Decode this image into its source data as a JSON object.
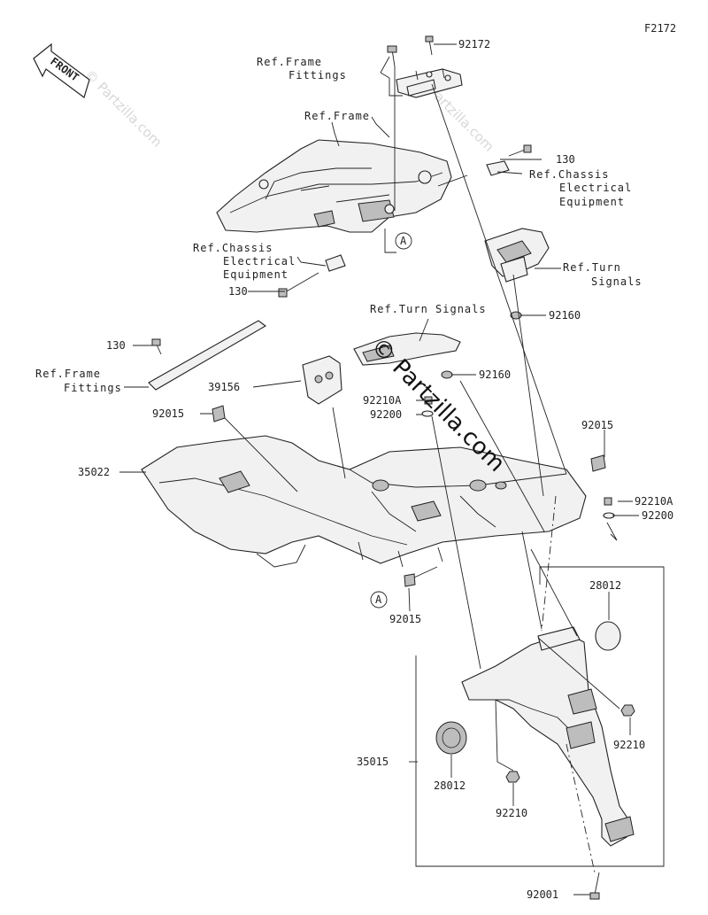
{
  "diagram_code": "F2172",
  "front_label": "FRONT",
  "callout_marker": "A",
  "watermarks": [
    "© Partzilla.com",
    "© Partzilla.com"
  ],
  "labels": {
    "p92172": "92172",
    "p130_top": "130",
    "p130_left": "130",
    "p130_upper": "130",
    "p92160_a": "92160",
    "p92160_b": "92160",
    "p39156": "39156",
    "p92210A_a": "92210A",
    "p92200_a": "92200",
    "p92015_a": "92015",
    "p92015_b": "92015",
    "p92015_c": "92015",
    "p92210A_b": "92210A",
    "p92200_b": "92200",
    "p35022": "35022",
    "p28012_a": "28012",
    "p28012_b": "28012",
    "p92210_a": "92210",
    "p92210_b": "92210",
    "p35015": "35015",
    "p92001": "92001"
  },
  "refs": {
    "frame_fittings_top": [
      "Ref.Frame",
      "Fittings"
    ],
    "frame": [
      "Ref.Frame"
    ],
    "chassis_elec_right": [
      "Ref.Chassis",
      "Electrical",
      "Equipment"
    ],
    "chassis_elec_left": [
      "Ref.Chassis",
      "Electrical",
      "Equipment"
    ],
    "turn_signals_right": [
      "Ref.Turn",
      "Signals"
    ],
    "turn_signals_mid": [
      "Ref.Turn Signals"
    ],
    "frame_fittings_left": [
      "Ref.Frame",
      "Fittings"
    ]
  }
}
